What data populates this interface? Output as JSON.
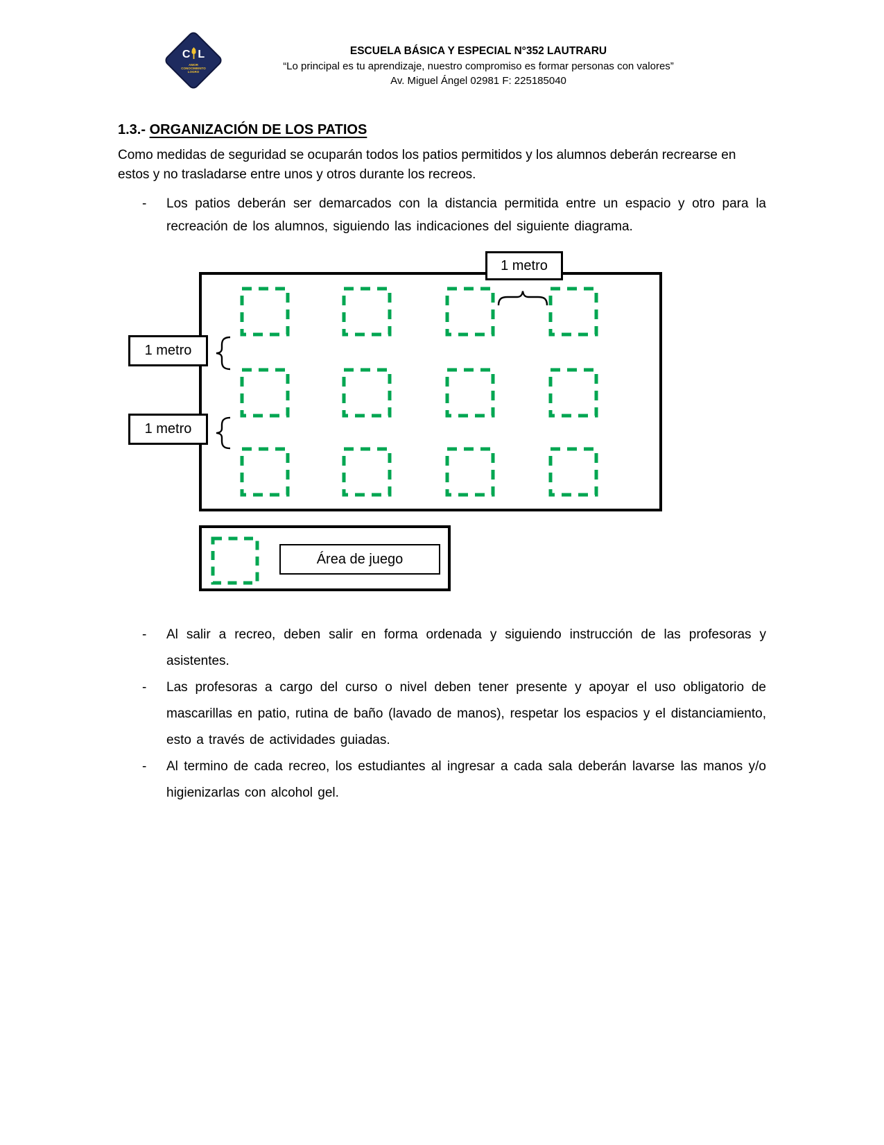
{
  "header": {
    "logo": {
      "letter_left": "C",
      "letter_right": "L",
      "subtext": "AMOR CONOCIMIENTO LOGRO",
      "bg_color": "#1e2b5f",
      "accent_color": "#f2c230"
    },
    "school_name": "ESCUELA BÁSICA Y ESPECIAL N°352 LAUTRARU",
    "motto": "“Lo principal es tu aprendizaje, nuestro compromiso es formar personas con valores”",
    "address": "Av. Miguel Ángel 02981 F: 225185040"
  },
  "section": {
    "prefix": "1.3.-",
    "title": "ORGANIZACIÓN DE LOS PATIOS"
  },
  "intro": "Como medidas de seguridad se ocuparán todos los patios permitidos y los alumnos deberán recrearse en estos y no trasladarse entre unos y otros durante los recreos.",
  "list": {
    "marker": "-",
    "top_item": "Los patios deberán ser demarcados con la distancia permitida entre un espacio y otro para la recreación de los alumnos, siguiendo las indicaciones del siguiente diagrama.",
    "bottom_items": [
      "Al salir a recreo, deben salir en forma ordenada y siguiendo instrucción de las profesoras y asistentes.",
      "Las profesoras a cargo del curso o nivel deben tener presente y apoyar el uso obligatorio de mascarillas en patio, rutina de baño (lavado de manos), respetar los espacios y el distanciamiento, esto a través de actividades guiadas.",
      "Al termino de cada recreo, los estudiantes al ingresar a cada sala deberán lavarse las manos y/o higienizarlas con alcohol gel."
    ]
  },
  "diagram": {
    "distance_label_top": "1 metro",
    "distance_label_left_1": "1 metro",
    "distance_label_left_2": "1 metro",
    "legend_label": "Área de juego",
    "square_color": "#00a651",
    "rows": 3,
    "cols": 4
  }
}
